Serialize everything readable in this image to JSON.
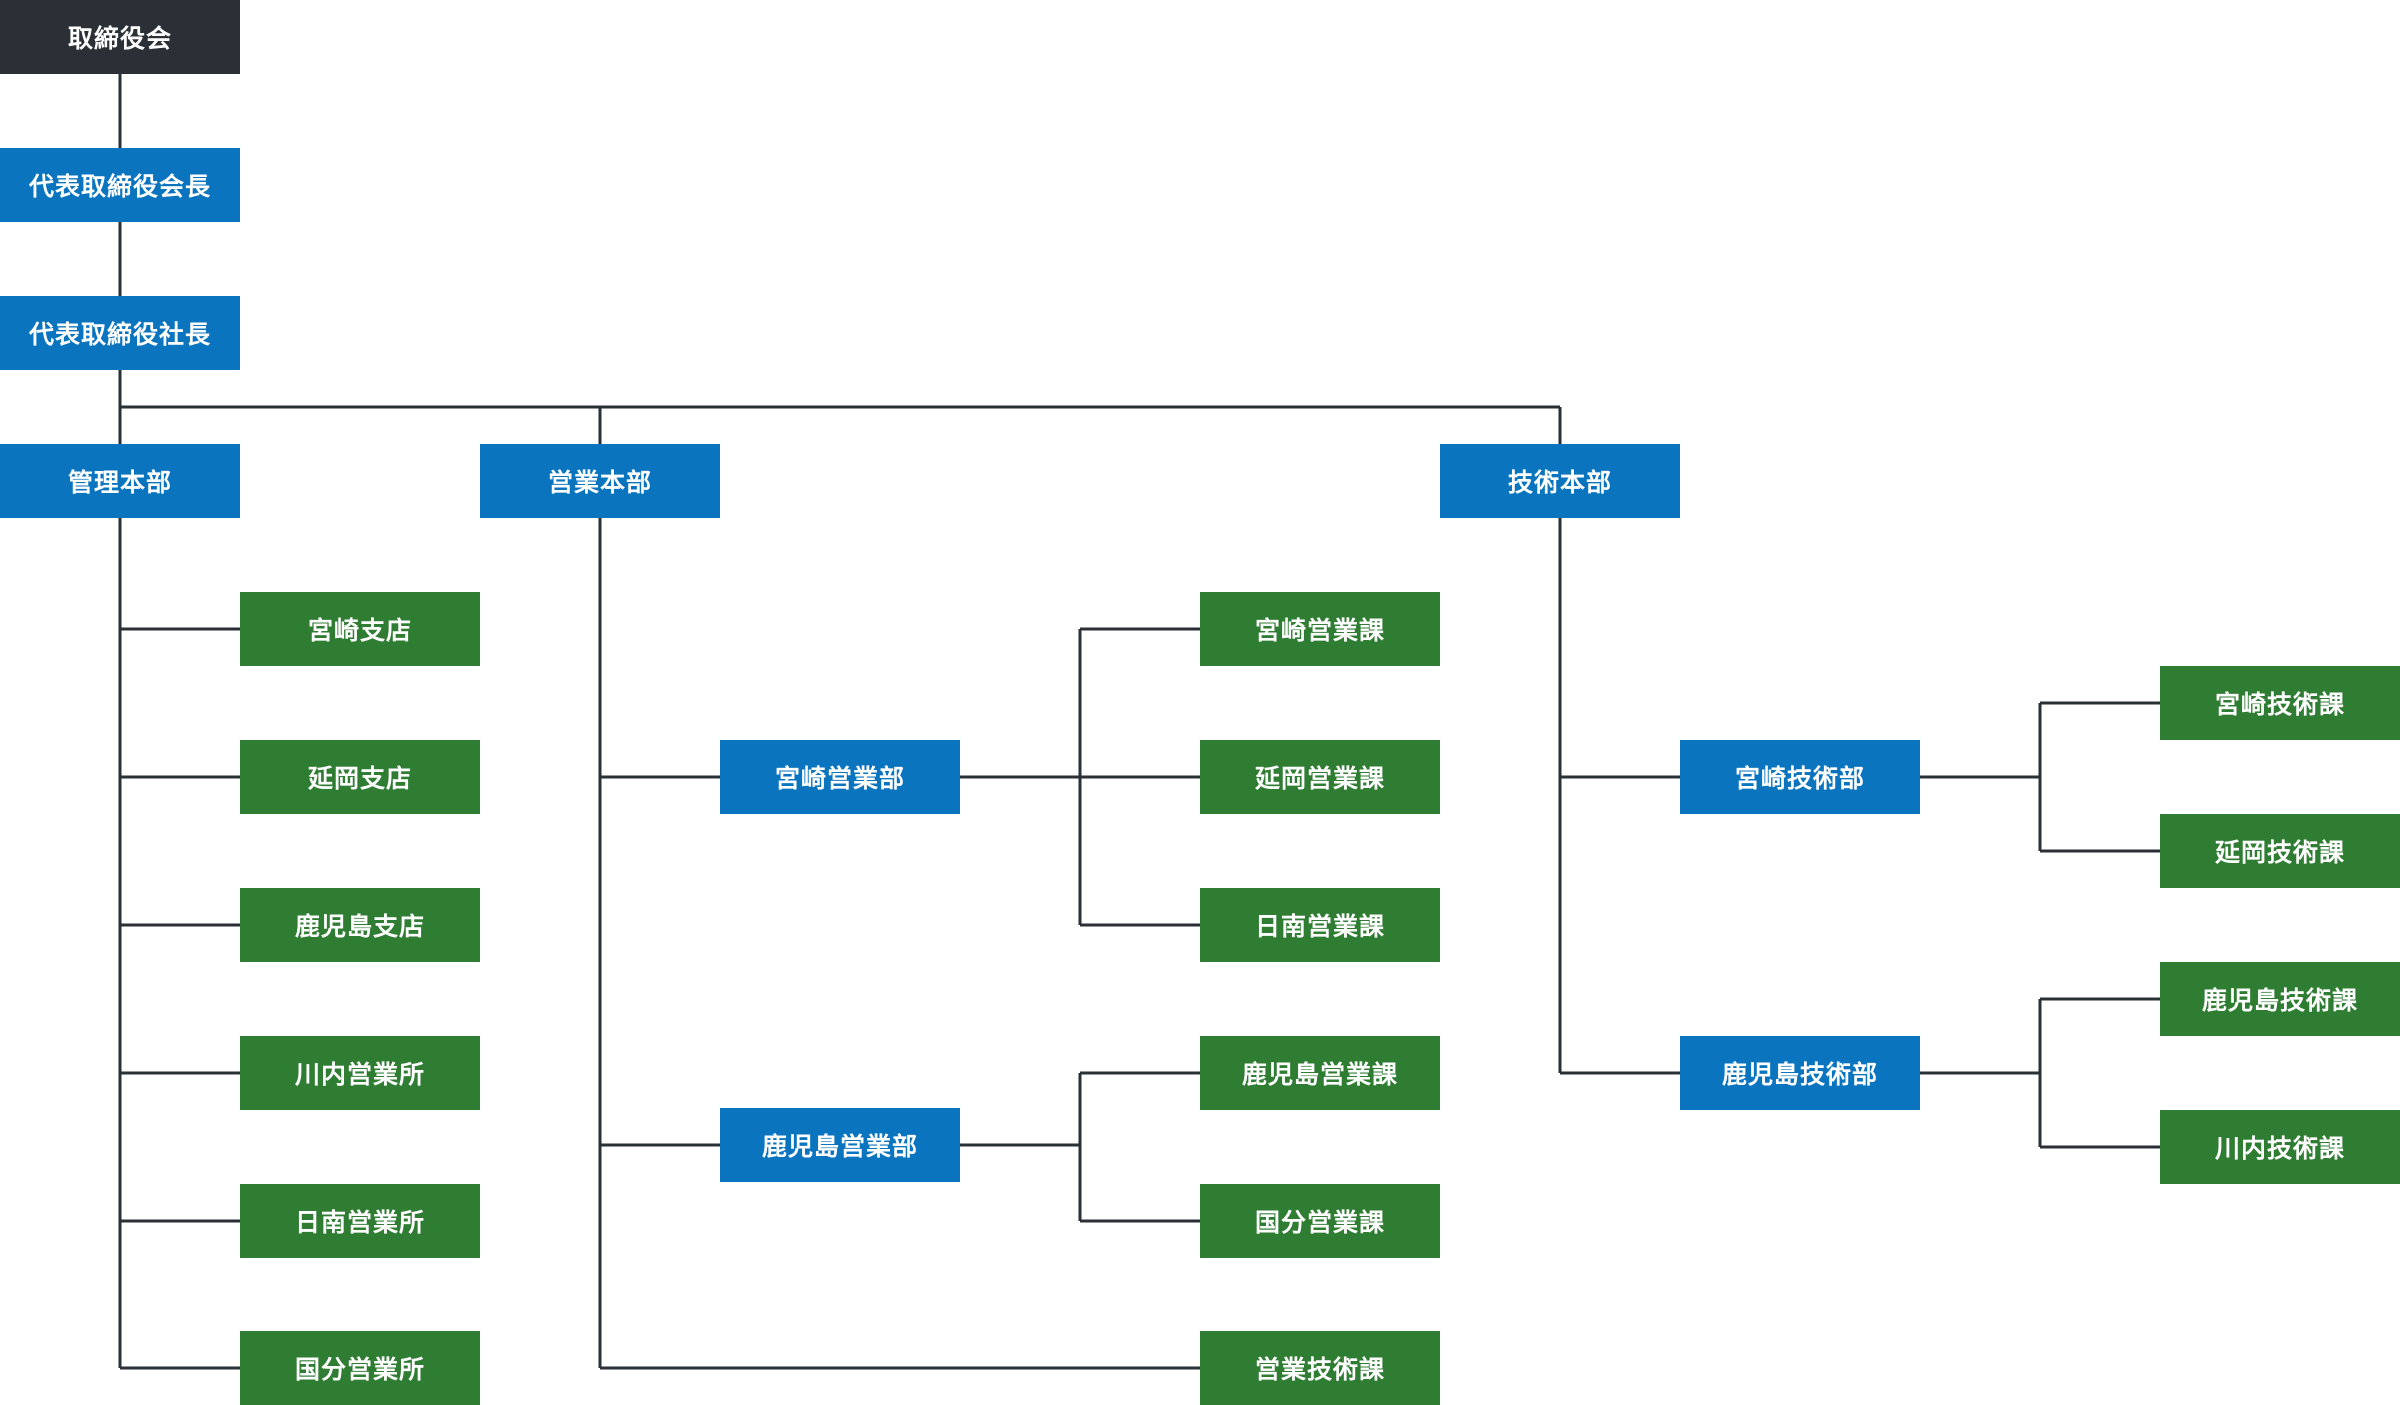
{
  "org_chart": {
    "board": "取締役会",
    "chairman": "代表取締役会長",
    "president": "代表取締役社長",
    "divisions": {
      "admin": {
        "name": "管理本部",
        "units": [
          "宮崎支店",
          "延岡支店",
          "鹿児島支店",
          "川内営業所",
          "日南営業所",
          "国分営業所"
        ]
      },
      "sales": {
        "name": "営業本部",
        "departments": [
          {
            "name": "宮崎営業部",
            "sections": [
              "宮崎営業課",
              "延岡営業課",
              "日南営業課"
            ]
          },
          {
            "name": "鹿児島営業部",
            "sections": [
              "鹿児島営業課",
              "国分営業課"
            ]
          }
        ],
        "direct_section": "営業技術課"
      },
      "tech": {
        "name": "技術本部",
        "departments": [
          {
            "name": "宮崎技術部",
            "sections": [
              "宮崎技術課",
              "延岡技術課"
            ]
          },
          {
            "name": "鹿児島技術部",
            "sections": [
              "鹿児島技術課",
              "川内技術課"
            ]
          }
        ]
      }
    }
  },
  "colors": {
    "board": "#2a3035",
    "executive": "#0a74bf",
    "unit": "#2f7d33",
    "connector": "#2a3035"
  }
}
